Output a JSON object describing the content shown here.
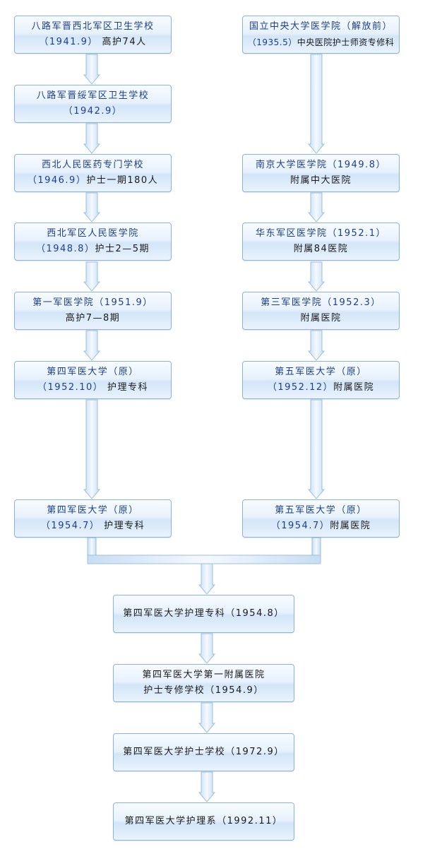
{
  "left": [
    {
      "line1": "八路军晋西北军区卫生学校",
      "line2a": "（1941.9）",
      "line2b": "高护74人"
    },
    {
      "line1": "八路军晋绥军区卫生学校",
      "line2a": "（1942.9）",
      "line2b": ""
    },
    {
      "line1": "西北人民医药专门学校",
      "line2a": "（1946.9）",
      "line2b": "护士一期180人"
    },
    {
      "line1": "西北军区人民医学院",
      "line2a": "（1948.8）",
      "line2b": "护士2—5期"
    },
    {
      "line1": "第一军医学院（1951.9）",
      "line2a": "",
      "line2b": "高护7—8期"
    },
    {
      "line1": "第四军医大学（原）",
      "line2a": "（1952.10）",
      "line2b": "护理专科"
    },
    {
      "line1": "第四军医大学（原）",
      "line2a": "（1954.7）",
      "line2b": "护理专科"
    }
  ],
  "right": [
    {
      "line1": "国立中央大学医学院（解放前）",
      "line2a": "（1935.5）",
      "line2b": "中央医院护士师资专修科"
    },
    {
      "line1": "南京大学医学院（1949.8）",
      "line2a": "",
      "line2b": "附属中大医院"
    },
    {
      "line1": "华东军区医学院（1952.1）",
      "line2a": "",
      "line2b": "附属84医院"
    },
    {
      "line1": "第三军医学院（1952.3）",
      "line2a": "",
      "line2b": "附属医院"
    },
    {
      "line1": "第五军医大学（原）",
      "line2a": "（1952.12）",
      "line2b": "附属医院"
    },
    {
      "line1": "第五军医大学（原）",
      "line2a": "（1954.7）",
      "line2b": "附属医院"
    }
  ],
  "center": [
    {
      "line1": "第四军医大学护理专科（1954.8）",
      "line2a": "",
      "line2b": ""
    },
    {
      "line1": "第四军医大学第一附属医院",
      "line2a": "",
      "line2b": "护士专修学校（1954.9）"
    },
    {
      "line1": "第四军医大学护士学校（1972.9）",
      "line2a": "",
      "line2b": ""
    },
    {
      "line1": "第四军医大学护理系（1992.11）",
      "line2a": "",
      "line2b": ""
    }
  ],
  "colors": {
    "text_primary": "#1c3f86",
    "text_secondary": "#1a1a1a",
    "border": "#8fb3d8",
    "arrow_fill": "#dbeaf8",
    "arrow_stroke": "#9dbfe0"
  }
}
